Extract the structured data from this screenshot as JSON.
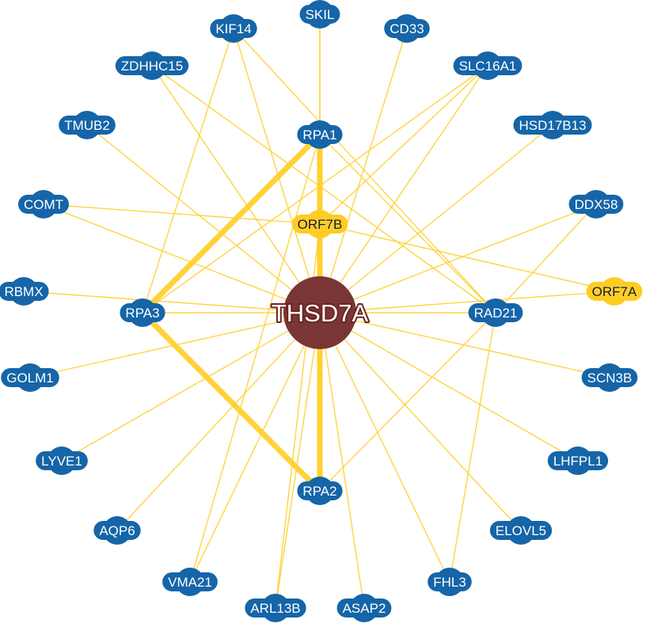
{
  "colors": {
    "edge": "#ffd02e",
    "protein_node": "#1565a8",
    "viral_node": "#ffcc22",
    "center_node": "#7a3535"
  },
  "center": {
    "id": "THSD7A",
    "label": "THSD7A"
  },
  "nodes": [
    {
      "id": "SKIL",
      "label": "SKIL",
      "type": "protein"
    },
    {
      "id": "KIF14",
      "label": "KIF14",
      "type": "protein"
    },
    {
      "id": "CD33",
      "label": "CD33",
      "type": "protein"
    },
    {
      "id": "ZDHHC15",
      "label": "ZDHHC15",
      "type": "protein"
    },
    {
      "id": "SLC16A1",
      "label": "SLC16A1",
      "type": "protein"
    },
    {
      "id": "TMUB2",
      "label": "TMUB2",
      "type": "protein"
    },
    {
      "id": "RPA1",
      "label": "RPA1",
      "type": "protein"
    },
    {
      "id": "HSD17B13",
      "label": "HSD17B13",
      "type": "protein"
    },
    {
      "id": "COMT",
      "label": "COMT",
      "type": "protein"
    },
    {
      "id": "ORF7B",
      "label": "ORF7B",
      "type": "viral"
    },
    {
      "id": "DDX58",
      "label": "DDX58",
      "type": "protein"
    },
    {
      "id": "RBMX",
      "label": "RBMX",
      "type": "protein"
    },
    {
      "id": "RPA3",
      "label": "RPA3",
      "type": "protein"
    },
    {
      "id": "RAD21",
      "label": "RAD21",
      "type": "protein"
    },
    {
      "id": "ORF7A",
      "label": "ORF7A",
      "type": "viral"
    },
    {
      "id": "GOLM1",
      "label": "GOLM1",
      "type": "protein"
    },
    {
      "id": "SCN3B",
      "label": "SCN3B",
      "type": "protein"
    },
    {
      "id": "LYVE1",
      "label": "LYVE1",
      "type": "protein"
    },
    {
      "id": "LHFPL1",
      "label": "LHFPL1",
      "type": "protein"
    },
    {
      "id": "RPA2",
      "label": "RPA2",
      "type": "protein"
    },
    {
      "id": "AQP6",
      "label": "AQP6",
      "type": "protein"
    },
    {
      "id": "ELOVL5",
      "label": "ELOVL5",
      "type": "protein"
    },
    {
      "id": "VMA21",
      "label": "VMA21",
      "type": "protein"
    },
    {
      "id": "FHL3",
      "label": "FHL3",
      "type": "protein"
    },
    {
      "id": "ARL13B",
      "label": "ARL13B",
      "type": "protein"
    },
    {
      "id": "ASAP2",
      "label": "ASAP2",
      "type": "protein"
    }
  ],
  "edges": [
    {
      "source": "THSD7A",
      "target": "SKIL",
      "weight": "thin"
    },
    {
      "source": "THSD7A",
      "target": "KIF14",
      "weight": "thin"
    },
    {
      "source": "THSD7A",
      "target": "CD33",
      "weight": "thin"
    },
    {
      "source": "THSD7A",
      "target": "ZDHHC15",
      "weight": "thin"
    },
    {
      "source": "THSD7A",
      "target": "SLC16A1",
      "weight": "thin"
    },
    {
      "source": "THSD7A",
      "target": "TMUB2",
      "weight": "thin"
    },
    {
      "source": "THSD7A",
      "target": "HSD17B13",
      "weight": "thin"
    },
    {
      "source": "THSD7A",
      "target": "COMT",
      "weight": "thin"
    },
    {
      "source": "THSD7A",
      "target": "DDX58",
      "weight": "thin"
    },
    {
      "source": "THSD7A",
      "target": "RBMX",
      "weight": "thin"
    },
    {
      "source": "THSD7A",
      "target": "RPA3",
      "weight": "thin"
    },
    {
      "source": "THSD7A",
      "target": "RAD21",
      "weight": "thin"
    },
    {
      "source": "THSD7A",
      "target": "ORF7A",
      "weight": "thin"
    },
    {
      "source": "THSD7A",
      "target": "GOLM1",
      "weight": "thin"
    },
    {
      "source": "THSD7A",
      "target": "SCN3B",
      "weight": "thin"
    },
    {
      "source": "THSD7A",
      "target": "LYVE1",
      "weight": "thin"
    },
    {
      "source": "THSD7A",
      "target": "LHFPL1",
      "weight": "thin"
    },
    {
      "source": "THSD7A",
      "target": "AQP6",
      "weight": "thin"
    },
    {
      "source": "THSD7A",
      "target": "ELOVL5",
      "weight": "thin"
    },
    {
      "source": "THSD7A",
      "target": "VMA21",
      "weight": "thin"
    },
    {
      "source": "THSD7A",
      "target": "FHL3",
      "weight": "thin"
    },
    {
      "source": "THSD7A",
      "target": "ARL13B",
      "weight": "thin"
    },
    {
      "source": "THSD7A",
      "target": "ASAP2",
      "weight": "thin"
    },
    {
      "source": "THSD7A",
      "target": "RPA1",
      "weight": "thick"
    },
    {
      "source": "THSD7A",
      "target": "RPA2",
      "weight": "thick"
    },
    {
      "source": "THSD7A",
      "target": "ORF7B",
      "weight": "thick"
    },
    {
      "source": "RPA1",
      "target": "RPA3",
      "weight": "thick"
    },
    {
      "source": "RPA3",
      "target": "RPA2",
      "weight": "thick"
    },
    {
      "source": "ORF7B",
      "target": "RPA1",
      "weight": "thick"
    },
    {
      "source": "ORF7B",
      "target": "RPA2",
      "weight": "thick"
    },
    {
      "source": "ORF7B",
      "target": "COMT",
      "weight": "thin"
    },
    {
      "source": "ORF7B",
      "target": "ORF7A",
      "weight": "thin"
    },
    {
      "source": "ORF7B",
      "target": "SLC16A1",
      "weight": "thin"
    },
    {
      "source": "ORF7B",
      "target": "ARL13B",
      "weight": "thin"
    },
    {
      "source": "RPA1",
      "target": "SKIL",
      "weight": "thin"
    },
    {
      "source": "RPA1",
      "target": "RAD21",
      "weight": "thin"
    },
    {
      "source": "RPA1",
      "target": "VMA21",
      "weight": "thin"
    },
    {
      "source": "RPA3",
      "target": "SLC16A1",
      "weight": "thin"
    },
    {
      "source": "RPA3",
      "target": "KIF14",
      "weight": "thin"
    },
    {
      "source": "RPA2",
      "target": "RAD21",
      "weight": "thin"
    },
    {
      "source": "RAD21",
      "target": "FHL3",
      "weight": "thin"
    },
    {
      "source": "RAD21",
      "target": "DDX58",
      "weight": "thin"
    },
    {
      "source": "RAD21",
      "target": "KIF14",
      "weight": "thin"
    },
    {
      "source": "RAD21",
      "target": "ZDHHC15",
      "weight": "thin"
    }
  ]
}
